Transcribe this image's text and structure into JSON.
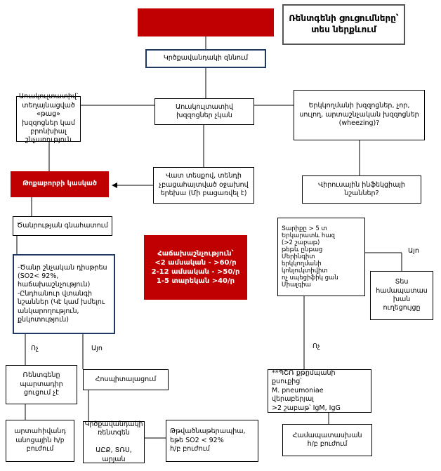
{
  "colors": {
    "accent_red": "#c00000",
    "border_blue": "#1f3864"
  },
  "diagram": {
    "title": "Ռենտգենի ցուցումները՝\nտես ներքևում",
    "top_red_box": "",
    "auscultation": "Կրծքավանդակի զննում",
    "left_top": "Աուսկուլտատիվ՝\nտեղայնացված «թաց»\nխզզոցներ կամ բրոնխիալ\nշնչառություն",
    "center_top": "Աուսկուլտատիվ\nխզզոցներ չկան",
    "right_top": "Երկկողմանի խզզոցներ, չոր,\nսուլող, արտաշնչական խզզոցներ\n(wheezing)?",
    "pneumonia": "Թոքաբորբի կասկած",
    "fever": "Վատ տեսքով, տենդի\nչբացահայտված օջախով\nերեխա (Մի բացառվել է)",
    "viral": "Վիրուսային ինֆեկցիայի\nնշաններ?",
    "severity": "Ծանրության գնահատում",
    "tachypnea_title": "Հաճախաշնչություն՝",
    "tachypnea_lines": [
      "<2 ամսական - >60/ր",
      "2-12 ամսական - >50/ր",
      "1-5 տարեկան >40/ր"
    ],
    "age_criteria": "Տարիքը > 5 տ\nԵրկարատև հազ\n(>2 շաբաթ)\nթեթև ընթաց\nՄերինգիտ\nերկկողմանի\nկոնյուկտիվիտ\nոչ սպեցիֆիկ ցան\nՄիալգիա",
    "yes_right": "Այո",
    "see_guideline": "Տես\nհամապատաս\nխան\nուղեցույցը",
    "signs": "-Ծանր շնչական դիսթրես\n(SO2< 92%,\nհաճախաշնչություն)\n-Ընդհանուր վտանգի\nնշաններ (Կէ կամ խմելու\nանկարողություն,\nքնկոտություն)",
    "no_left": "Ոչ",
    "yes_left": "Այո",
    "no_right": "Ոչ",
    "xray_not": "Ռենտգենը\nպարտադիր\nցուցում չէ",
    "hospital": "Հոսպիտալացում",
    "pcr": "**ՊՇՌ քթըմպանի քսուքից՝\nM. pneumoniae վերաբերյալ\n>2 շաբաթ՝ IgM, IgG",
    "outpatient": "արտահիվանդ\nանոցային հ/բ\nբուժում",
    "chest_xray": "Կրծքավանդակի\nռենտգեն\n\nԱԸՔ, ՏՌՍ, արյան",
    "oxygen": "Թթվածնաթերապիա,\nեթե SO2 < 92%\nհ/բ բուժում",
    "appropriate_tx": "Համապատասխան\nհ/բ բուժում"
  }
}
